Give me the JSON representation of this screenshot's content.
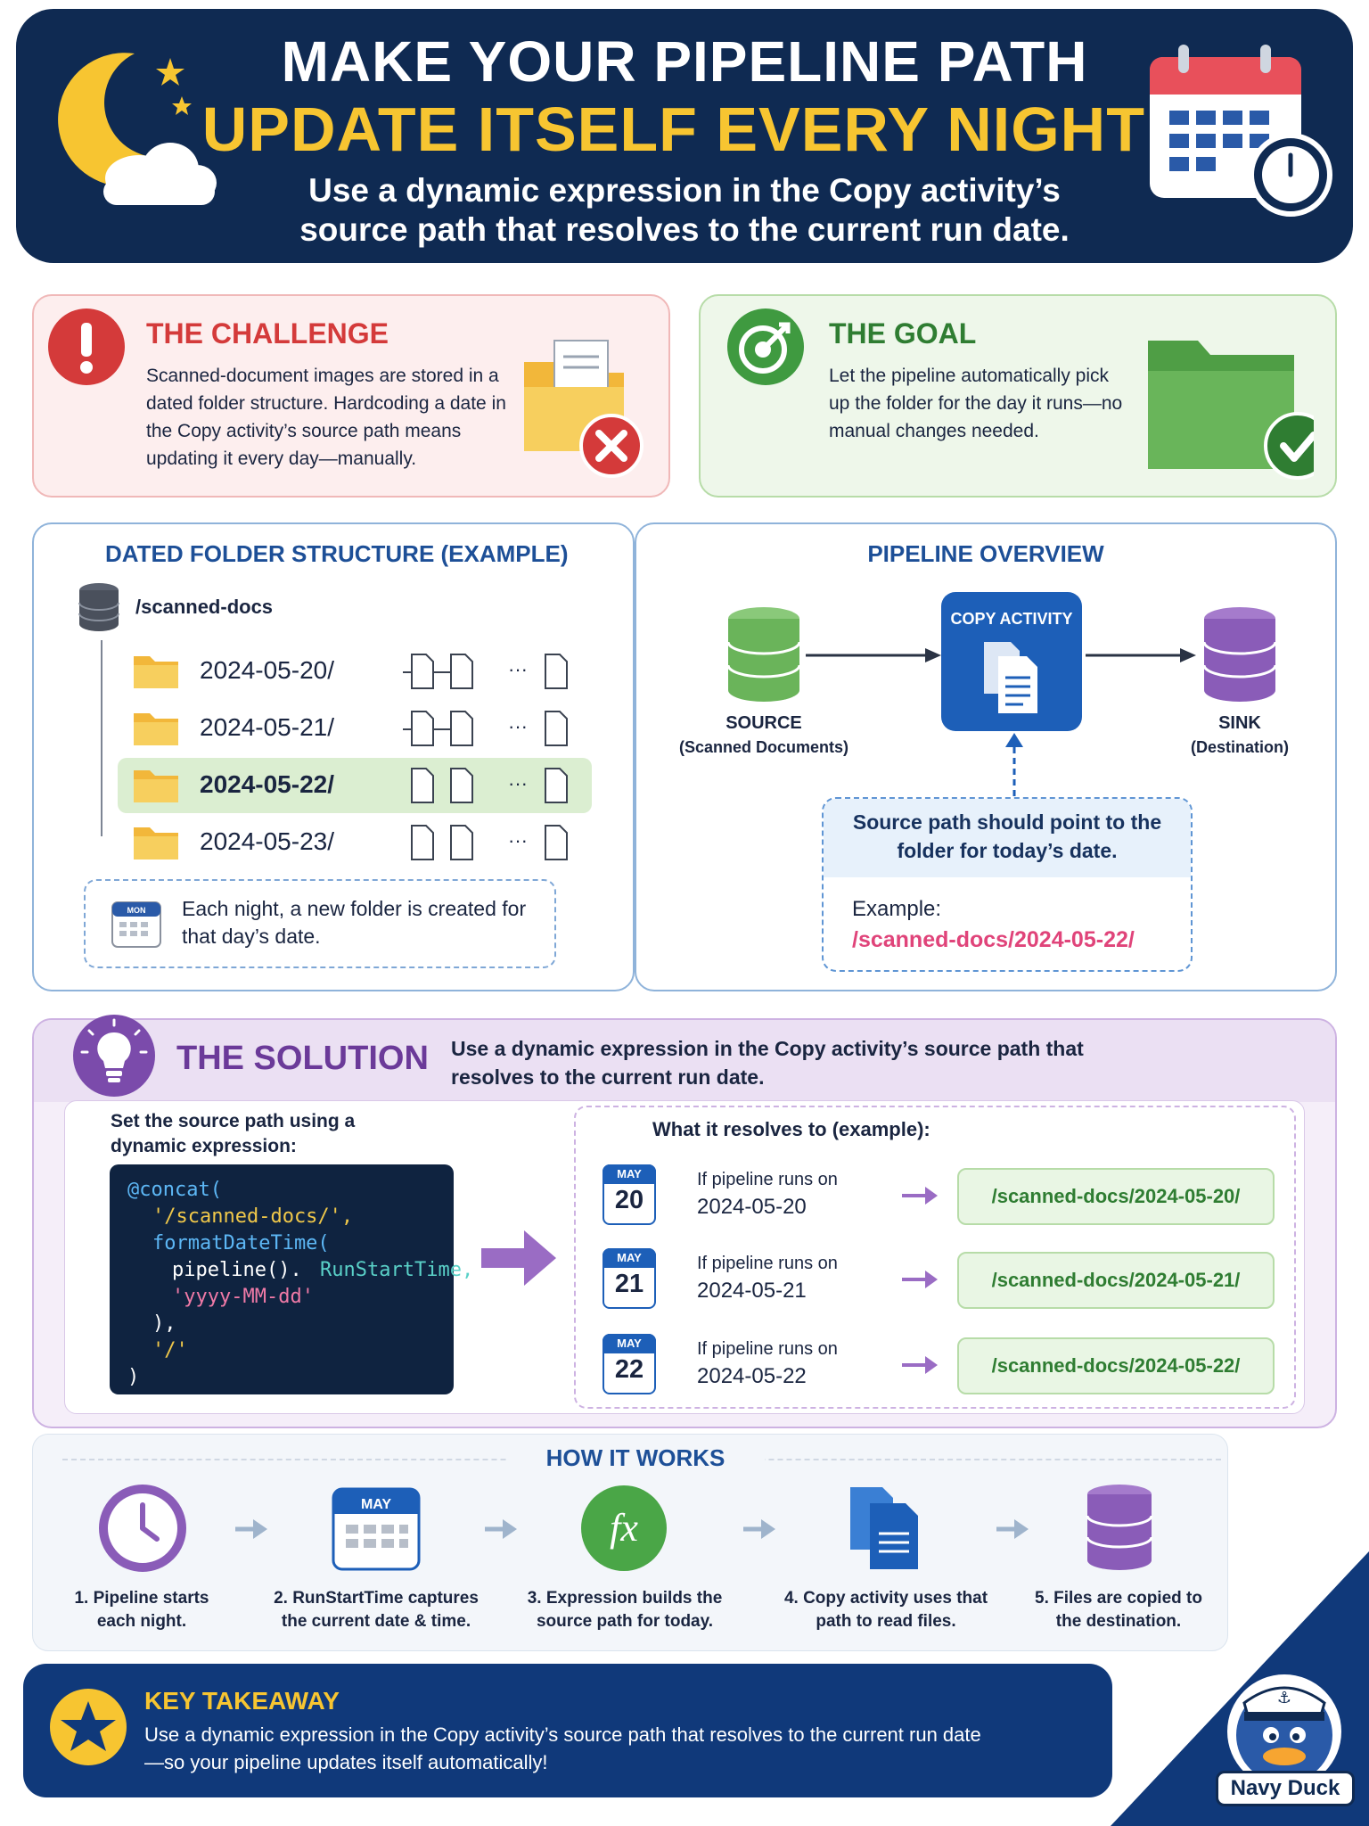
{
  "header": {
    "title_line1": "MAKE YOUR PIPELINE PATH",
    "title_line2": "UPDATE ITSELF EVERY NIGHT!",
    "subtitle": "Use a dynamic expression in the Copy activity’s source path that resolves to the current run date."
  },
  "challenge": {
    "title": "THE CHALLENGE",
    "text": "Scanned-document images are stored in a dated folder structure. Hardcoding a date in the Copy activity’s source path means updating it every day—manually."
  },
  "goal": {
    "title": "THE GOAL",
    "text": "Let the pipeline automatically pick up the folder for the day it runs—no manual changes needed."
  },
  "folders": {
    "title": "DATED FOLDER STRUCTURE (EXAMPLE)",
    "root": "/scanned-docs",
    "items": [
      "2024-05-20/",
      "2024-05-21/",
      "2024-05-22/",
      "2024-05-23/"
    ],
    "ellipsis": "···",
    "note": "Each night, a new folder is created for that day’s date.",
    "cal_label": "MON"
  },
  "pipeline": {
    "title": "PIPELINE OVERVIEW",
    "source_label": "SOURCE",
    "source_sub": "(Scanned Documents)",
    "copy_label": "COPY ACTIVITY",
    "sink_label": "SINK",
    "sink_sub": "(Destination)",
    "callout_text": "Source path should point to the folder for today’s date.",
    "example_label": "Example:",
    "example_path": "/scanned-docs/2024-05-22/"
  },
  "solution": {
    "title": "THE SOLUTION",
    "desc": "Use a dynamic expression in the Copy activity’s source path that resolves to the current run date.",
    "set_label": "Set the source path using a dynamic expression:",
    "code": {
      "l1": "@concat(",
      "l2": "'/scanned-docs/',",
      "l3": "formatDateTime(",
      "l4a": "pipeline().",
      "l4b": "RunStartTime,",
      "l5": "'yyyy-MM-dd'",
      "l6": "),",
      "l7": "'/'",
      "l8": ")"
    },
    "resolves_label": "What it resolves to (example):",
    "examples": [
      {
        "month": "MAY",
        "day": "20",
        "runs_label": "If pipeline runs on",
        "date": "2024-05-20",
        "path": "/scanned-docs/2024-05-20/"
      },
      {
        "month": "MAY",
        "day": "21",
        "runs_label": "If pipeline runs on",
        "date": "2024-05-21",
        "path": "/scanned-docs/2024-05-21/"
      },
      {
        "month": "MAY",
        "day": "22",
        "runs_label": "If pipeline runs on",
        "date": "2024-05-22",
        "path": "/scanned-docs/2024-05-22/"
      }
    ]
  },
  "how": {
    "title": "HOW IT WORKS",
    "cal_month": "MAY",
    "fx": "fx",
    "steps": [
      "1. Pipeline starts each night.",
      "2. RunStartTime captures the current date & time.",
      "3. Expression builds the source path for today.",
      "4. Copy activity uses that path to read files.",
      "5. Files are copied to the destination."
    ]
  },
  "takeaway": {
    "title": "KEY TAKEAWAY",
    "text": "Use a dynamic expression in the Copy activity’s source path that resolves to the current run date—so your pipeline updates itself automatically!"
  },
  "brand": {
    "name": "Navy Duck"
  },
  "colors": {
    "navy": "#0f2a52",
    "yellow": "#f7c531",
    "red": "#d43a3a",
    "green": "#3f9a40",
    "blue": "#1d5fb8",
    "purple": "#7b4bab",
    "pink": "#e0447a"
  }
}
